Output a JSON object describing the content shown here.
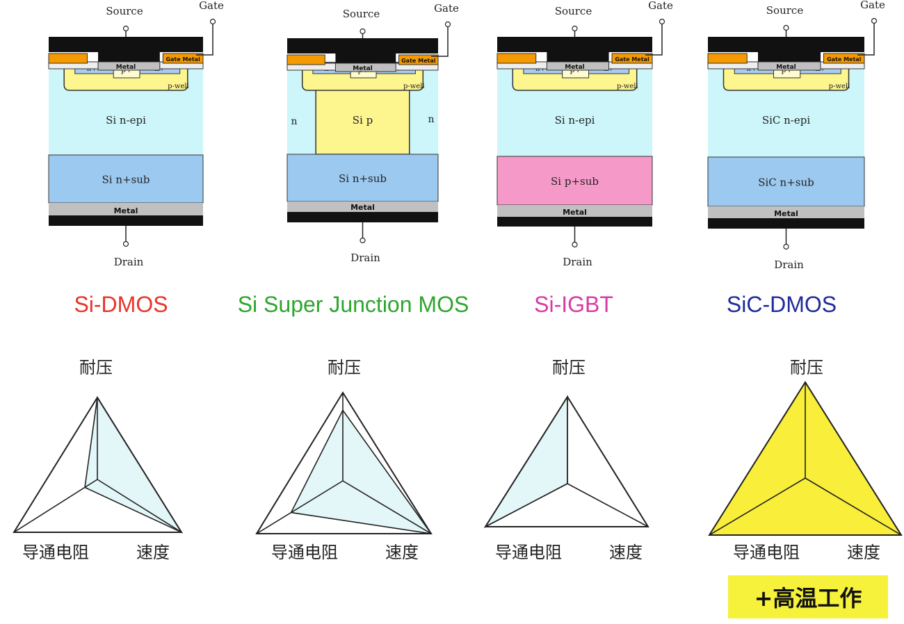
{
  "colors": {
    "metal_dark": "#111111",
    "metal_gray": "#c0c0c0",
    "gate_orange": "#f59a00",
    "pwell": "#fdf58e",
    "nplus": "#a9cdf2",
    "nepi": "#ccf6fa",
    "nsub": "#9cc9f0",
    "psub": "#f59ac8",
    "sic_fill": "#f9ef3b",
    "highlight": "#f6f13a"
  },
  "devices": [
    {
      "name": "Si-DMOS",
      "name_color": "#e8342a",
      "labels": {
        "source": "Source",
        "gate": "Gate",
        "drain": "Drain",
        "metal_top": "Metal",
        "metal_mid": "Metal",
        "gate_oxide": "Gate Metal",
        "nplus_l": "n+",
        "pplus": "p+",
        "nplus_r": "n+",
        "pwell": "p-well",
        "drift": "Si  n-epi",
        "sub": "Si n+sub",
        "metal_bottom_gray": "Metal",
        "metal_bottom": "Metal"
      },
      "sub_type": "n"
    },
    {
      "name": "Si Super Junction MOS",
      "name_color": "#2ea52e",
      "labels": {
        "source": "Source",
        "gate": "Gate",
        "drain": "Drain",
        "metal_top": "Metal",
        "metal_mid": "Metal",
        "gate_oxide": "Gate Metal",
        "nplus_l": "n+",
        "pplus": "p+",
        "nplus_r": "n+",
        "pwell": "p-well",
        "drift": "Si  p",
        "side_left": "n",
        "side_right": "n",
        "sub": "Si n+sub",
        "metal_bottom_gray": "Metal",
        "metal_bottom": "Metal"
      },
      "sub_type": "n"
    },
    {
      "name": "Si-IGBT",
      "name_color": "#d83aa5",
      "labels": {
        "source": "Source",
        "gate": "Gate",
        "drain": "Drain",
        "metal_top": "Metal",
        "metal_mid": "Metal",
        "gate_oxide": "Gate Metal",
        "nplus_l": "n+",
        "pplus": "p+",
        "nplus_r": "n+",
        "pwell": "p-well",
        "drift": "Si  n-epi",
        "sub": "Si p+sub",
        "metal_bottom_gray": "Metal",
        "metal_bottom": "Metal"
      },
      "sub_type": "p"
    },
    {
      "name": "SiC-DMOS",
      "name_color": "#1f2a9a",
      "labels": {
        "source": "Source",
        "gate": "Gate",
        "drain": "Drain",
        "metal_top": "Metal",
        "metal_mid": "Metal",
        "gate_oxide": "Gate Metal",
        "nplus_l": "n+",
        "pplus": "p+",
        "nplus_r": "n+",
        "pwell": "p-well",
        "drift": "SiC  n-epi",
        "sub": "SiC n+sub",
        "metal_bottom_gray": "Metal",
        "metal_bottom": "Metal"
      },
      "sub_type": "n"
    }
  ],
  "radar": {
    "axes": {
      "top": "耐压",
      "left": "导通电阻",
      "right": "速度"
    },
    "items": [
      {
        "device": "Si-DMOS",
        "values": {
          "top": 1.0,
          "left": 0.15,
          "right": 1.0
        }
      },
      {
        "device": "Si Super Junction MOS",
        "values": {
          "top": 0.8,
          "left": 0.6,
          "right": 1.0
        }
      },
      {
        "device": "Si-IGBT",
        "values": {
          "top": 1.0,
          "left": 1.0,
          "right": 0.0
        }
      },
      {
        "device": "SiC-DMOS",
        "values": {
          "top": 1.0,
          "left": 1.0,
          "right": 1.0
        }
      }
    ]
  },
  "note": "+高温工作"
}
